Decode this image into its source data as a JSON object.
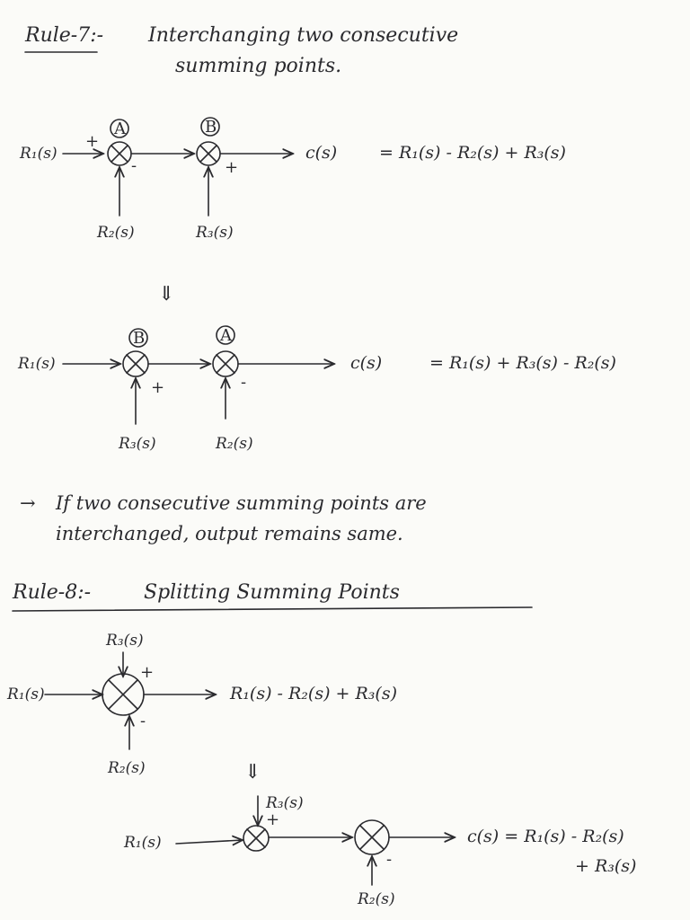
{
  "rule7": {
    "title_prefix": "Rule-7:-",
    "title_line1": "Interchanging two consecutive",
    "title_line2": "summing points."
  },
  "diagram1": {
    "input": "R₁(s)",
    "sum_a_tag": "A",
    "sum_b_tag": "B",
    "sum_a_plus": "+",
    "sum_a_minus": "-",
    "sum_b_plus": "+",
    "r2": "R₂(s)",
    "r3": "R₃(s)",
    "output": "c(s)",
    "equation": "= R₁(s) - R₂(s) + R₃(s)"
  },
  "arrow_down_1": "⇓",
  "diagram2": {
    "input": "R₁(s)",
    "sum_b_tag": "B",
    "sum_a_tag": "A",
    "sum_b_plus": "+",
    "sum_a_minus": "-",
    "r3": "R₃(s)",
    "r2": "R₂(s)",
    "output": "c(s)",
    "equation": "= R₁(s) + R₃(s) - R₂(s)"
  },
  "note": {
    "arrow": "→",
    "line1": "If two consecutive summing points are",
    "line2": "interchanged, output remains same."
  },
  "rule8": {
    "title_prefix": "Rule-8:-",
    "title": "Splitting Summing Points"
  },
  "diagram3": {
    "r3": "R₃(s)",
    "plus": "+",
    "minus": "-",
    "input": "R₁(s)",
    "output_expr": "R₁(s) - R₂(s) + R₃(s)",
    "r2": "R₂(s)"
  },
  "arrow_down_2": "⇓",
  "diagram4": {
    "r3": "R₃(s)",
    "plus": "+",
    "input": "R₁(s)",
    "minus": "-",
    "r2": "R₂(s)",
    "output_line1": "c(s) = R₁(s) - R₂(s)",
    "output_line2": "+ R₃(s)"
  },
  "colors": {
    "ink": "#2a2a2e",
    "paper": "#fbfbf8"
  }
}
